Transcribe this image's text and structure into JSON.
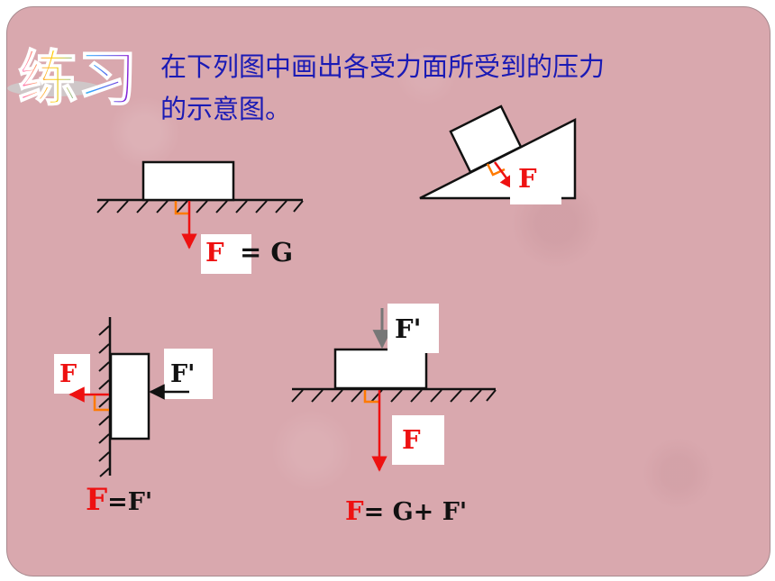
{
  "header": {
    "logo_text": "练习",
    "instruction_line1": "在下列图中画出各受力面所受到的压力",
    "instruction_line2": "的示意图。"
  },
  "diagrams": {
    "horizontal": {
      "force": "F",
      "equation_rest": "= G"
    },
    "incline": {
      "force": "F"
    },
    "wall": {
      "force_left": "F",
      "force_right": "F'",
      "equation_force": "F",
      "equation_rest": "=F'"
    },
    "pressed": {
      "applied_force": "F'",
      "force": "F",
      "equation_force": "F",
      "equation_rest": "= G+ F'"
    }
  },
  "colors": {
    "instruction_text": "#1a1ab5",
    "force_arrow": "#ee1111",
    "right_angle_marker": "#ff7a00",
    "applied_force_arrow": "#777777",
    "lines": "#111111"
  }
}
